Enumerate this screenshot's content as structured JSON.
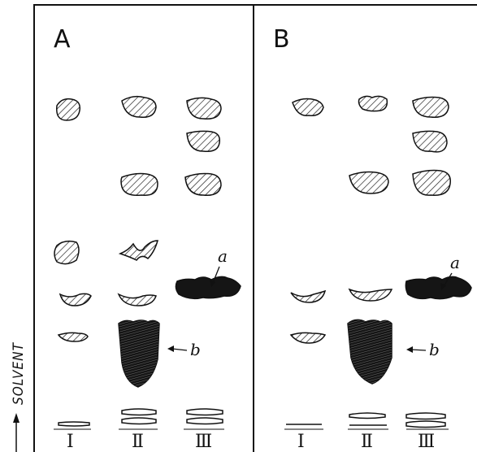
{
  "panels": [
    {
      "letter": "A"
    },
    {
      "letter": "B"
    }
  ],
  "lanes": [
    "I",
    "II",
    "III"
  ],
  "lane_glyphs": [
    "I",
    "Ⅱ",
    "Ⅲ"
  ],
  "solvent_label": "SOLVENT",
  "callouts": {
    "a": "a",
    "b": "b"
  },
  "colors": {
    "ink": "#111111",
    "spot_fill_dark": "#151515",
    "background": "#ffffff"
  }
}
